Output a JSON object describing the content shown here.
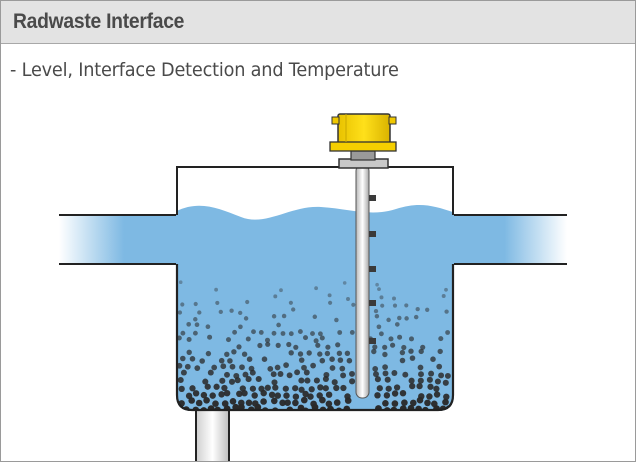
{
  "header": {
    "title": "Radwaste Interface"
  },
  "subtitle": "- Level, Interface Detection and Temperature",
  "diagram": {
    "icons": [
      "level-sensor-housing-icon",
      "mounting-flange-icon",
      "sensor-probe-icon",
      "tank-icon",
      "inlet-pipe-icon",
      "outlet-pipe-icon",
      "drain-pipe-icon",
      "sediment-particles-icon"
    ],
    "colors": {
      "water": "#7eb9e3",
      "sensor_housing": "#f5d000",
      "particles": "#2a2a2a",
      "outline": "#222222"
    },
    "probe_sensor_count": 5
  }
}
